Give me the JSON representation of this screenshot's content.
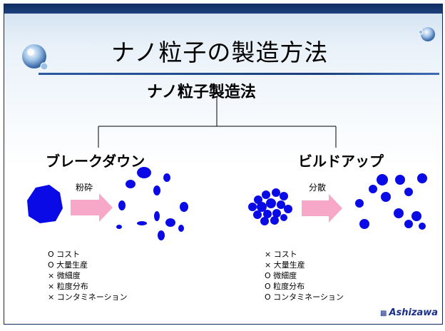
{
  "title": "ナノ粒子の製造方法",
  "root": "ナノ粒子製造法",
  "left_branch": {
    "label": "ブレークダウン",
    "arrow_label": "粉砕",
    "items": [
      "O コスト",
      "O 大量生産",
      "× 微細度",
      "× 粒度分布",
      "× コンタミネーション"
    ]
  },
  "right_branch": {
    "label": "ビルドアップ",
    "arrow_label": "分散",
    "items": [
      "× コスト",
      "× 大量生産",
      "O 微細度",
      "O 粒度分布",
      "O コンタミネーション"
    ]
  },
  "brand": "Ashizawa",
  "colors": {
    "particle": "#0a0ae6",
    "arrow": "#f7a8c8",
    "top_bar": "#102c62"
  }
}
